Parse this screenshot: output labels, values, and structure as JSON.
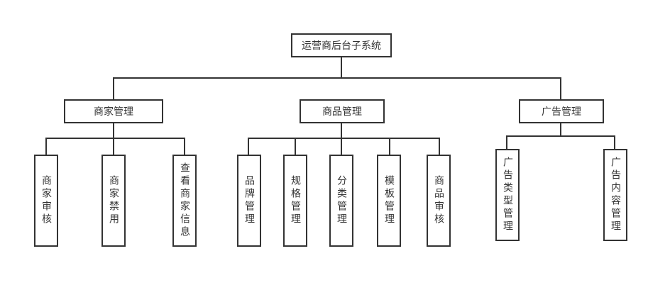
{
  "root": {
    "label": "运营商后台子系统"
  },
  "groups": [
    {
      "label": "商家管理",
      "children": [
        "商家审核",
        "商家禁用",
        "查看商家信息"
      ]
    },
    {
      "label": "商品管理",
      "children": [
        "品牌管理",
        "规格管理",
        "分类管理",
        "模板管理",
        "商品审核"
      ]
    },
    {
      "label": "广告管理",
      "children": [
        "广告类型管理",
        "广告内容管理"
      ]
    }
  ]
}
